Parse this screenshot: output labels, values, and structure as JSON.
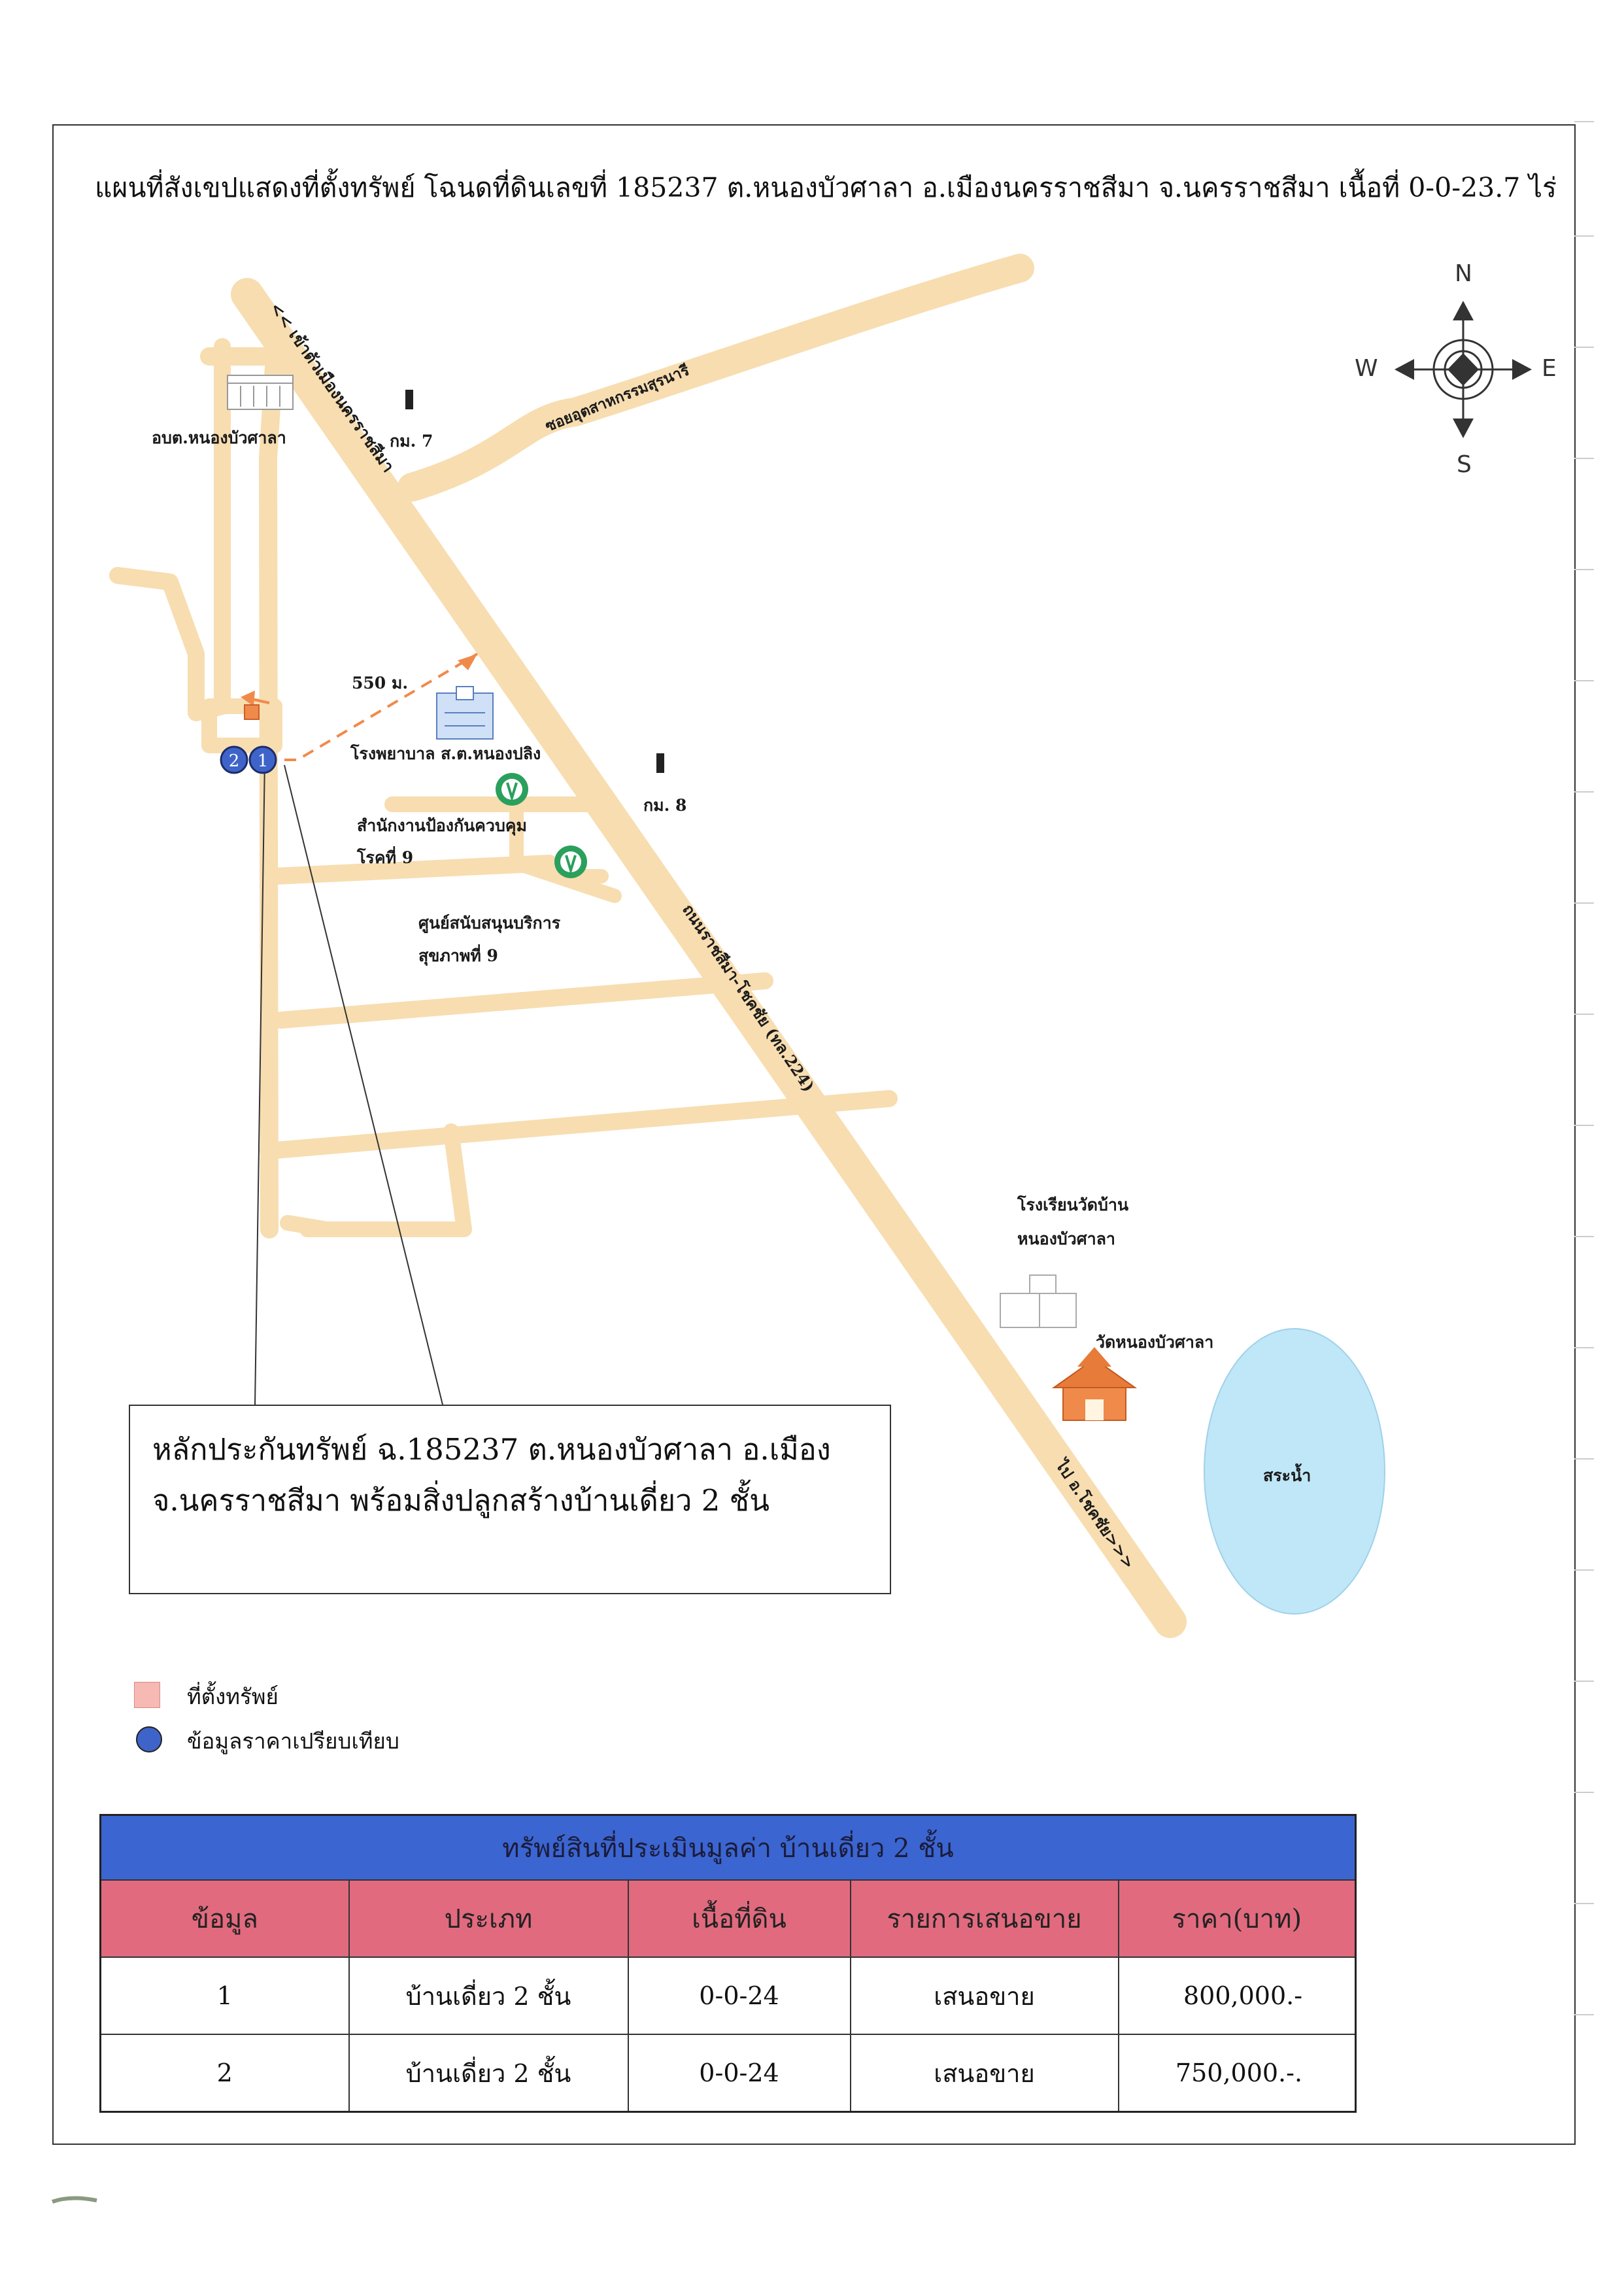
{
  "title": "แผนที่สังเขปแสดงที่ตั้งทรัพย์ โฉนดที่ดินเลขที่ 185237 ต.หนองบัวศาลา อ.เมืองนครราชสีมา จ.นครราชสีมา เนื้อที่ 0-0-23.7 ไร่",
  "compass": {
    "n": "N",
    "s": "S",
    "e": "E",
    "w": "W"
  },
  "map_labels": {
    "obt": "อบต.หนองบัวศาลา",
    "km7": "กม. 7",
    "km8": "กม. 8",
    "road_city": "<< เข้าตัวเมืองนครราชสีมา",
    "soi": "ซอยอุตสาหกรรมสุรนารี",
    "road_main": "ถนนราชสีมา-โชคชัย (ทล.224)",
    "road_chokchai": "ไป อ.โชคชัย>>>",
    "distance": "550 ม.",
    "hospital": "โรงพยาบาล ส.ต.หนองปลิง",
    "disease_office_1": "สำนักงานป้องกันควบคุม",
    "disease_office_2": "โรคที่ 9",
    "health_center_1": "ศูนย์สนับสนุนบริการ",
    "health_center_2": "สุขภาพที่ 9",
    "school_1": "โรงเรียนวัดบ้าน",
    "school_2": "หนองบัวศาลา",
    "temple": "วัดหนองบัวศาลา",
    "pond": "สระน้ำ",
    "marker_1": "1",
    "marker_2": "2"
  },
  "callout": {
    "line1": "หลักประกันทรัพย์ ฉ.185237 ต.หนองบัวศาลา อ.เมือง",
    "line2": "จ.นครราชสีมา พร้อมสิ่งปลูกสร้างบ้านเดี่ยว 2 ชั้น"
  },
  "legend": {
    "property": "ที่ตั้งทรัพย์",
    "compare": "ข้อมูลราคาเปรียบเทียบ"
  },
  "table": {
    "title": "ทรัพย์สินที่ประเมินมูลค่า บ้านเดี่ยว 2 ชั้น",
    "headers": [
      "ข้อมูล",
      "ประเภท",
      "เนื้อที่ดิน",
      "รายการเสนอขาย",
      "ราคา(บาท)"
    ],
    "rows": [
      [
        "1",
        "บ้านเดี่ยว 2 ชั้น",
        "0-0-24",
        "เสนอขาย",
        "800,000.-"
      ],
      [
        "2",
        "บ้านเดี่ยว 2 ชั้น",
        "0-0-24",
        "เสนอขาย",
        "750,000.-."
      ]
    ]
  },
  "colors": {
    "road": "#f7ddb0",
    "pond": "#bfe7f7",
    "property": "#f08a4b",
    "marker": "#3f64c9",
    "table_title_bg": "#3b65d0",
    "table_header_bg": "#e16a7f"
  }
}
